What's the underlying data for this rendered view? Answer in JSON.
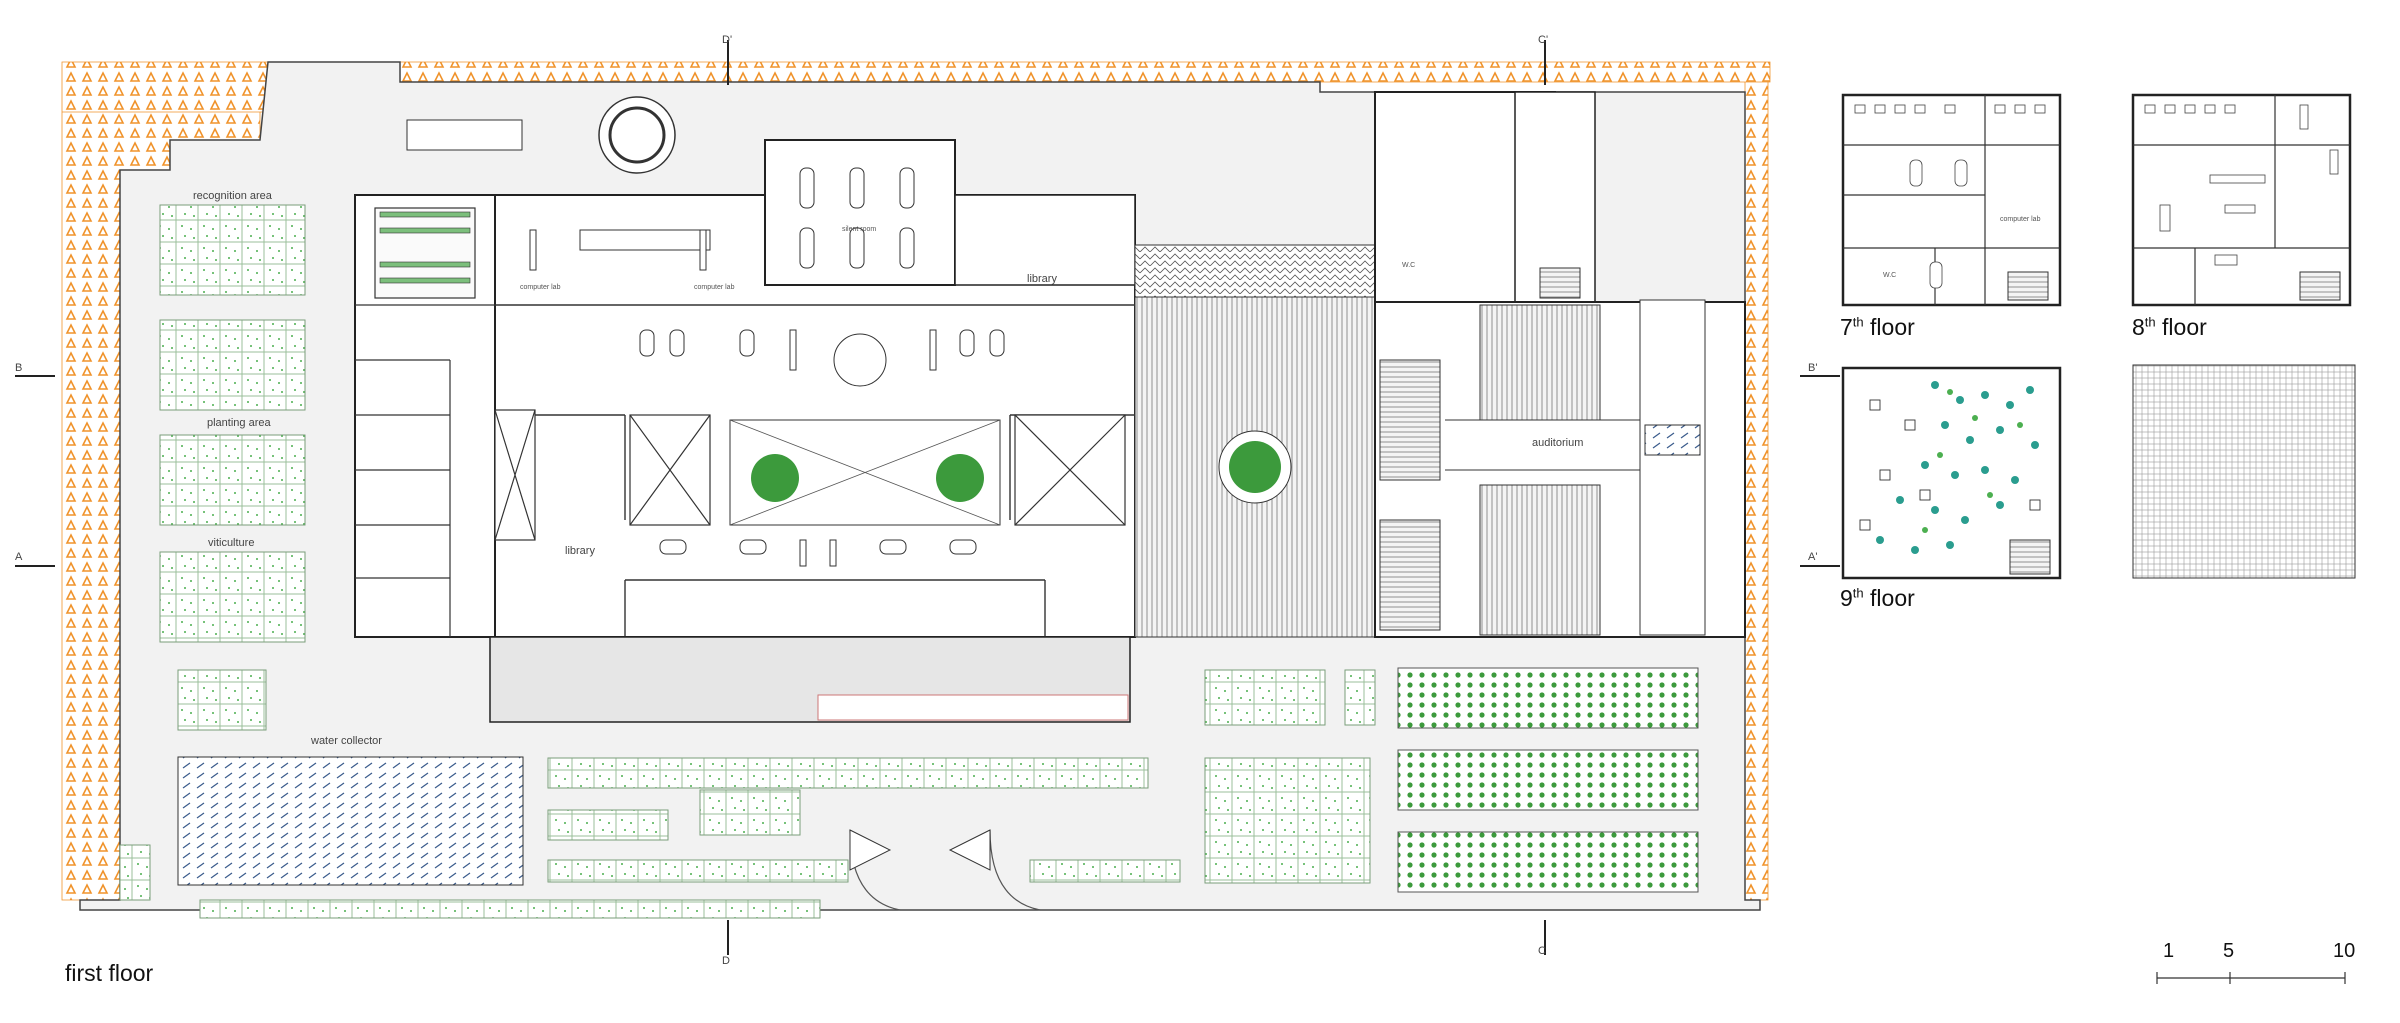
{
  "drawing": {
    "main_plan_title": "first floor",
    "upper_floors": [
      {
        "title": "7",
        "suffix": "th",
        "word": "floor"
      },
      {
        "title": "8",
        "suffix": "th",
        "word": "floor"
      },
      {
        "title": "9",
        "suffix": "th",
        "word": "floor"
      }
    ],
    "rooms": {
      "recognition_area": "recognition area",
      "planting_area": "planting area",
      "viticulture": "viticulture",
      "water_collector": "water collector",
      "computer_lab_1": "computer lab",
      "computer_lab_2": "computer lab",
      "silent_room": "silent room",
      "library_upper": "library",
      "library_main": "library",
      "auditorium": "auditorium",
      "wc": "W.C",
      "computer_lab_7th": "computer lab",
      "wc_7th": "W.C"
    },
    "section_marks": {
      "b_left": "B",
      "b_right": "B'",
      "a_left": "A",
      "a_right": "A'",
      "c_top": "C'",
      "c_bottom": "C",
      "d_top": "D'",
      "d_bottom": "D"
    },
    "scale_bar": {
      "labels": [
        "1",
        "5",
        "10"
      ]
    },
    "colors": {
      "hatch_orange": "#f0932b",
      "plant_green": "#4caf50",
      "line": "#333333",
      "floor_fill": "#f2f2f2",
      "water_blue": "#3a5b8c",
      "teal_tree": "#2a9d8f"
    }
  }
}
